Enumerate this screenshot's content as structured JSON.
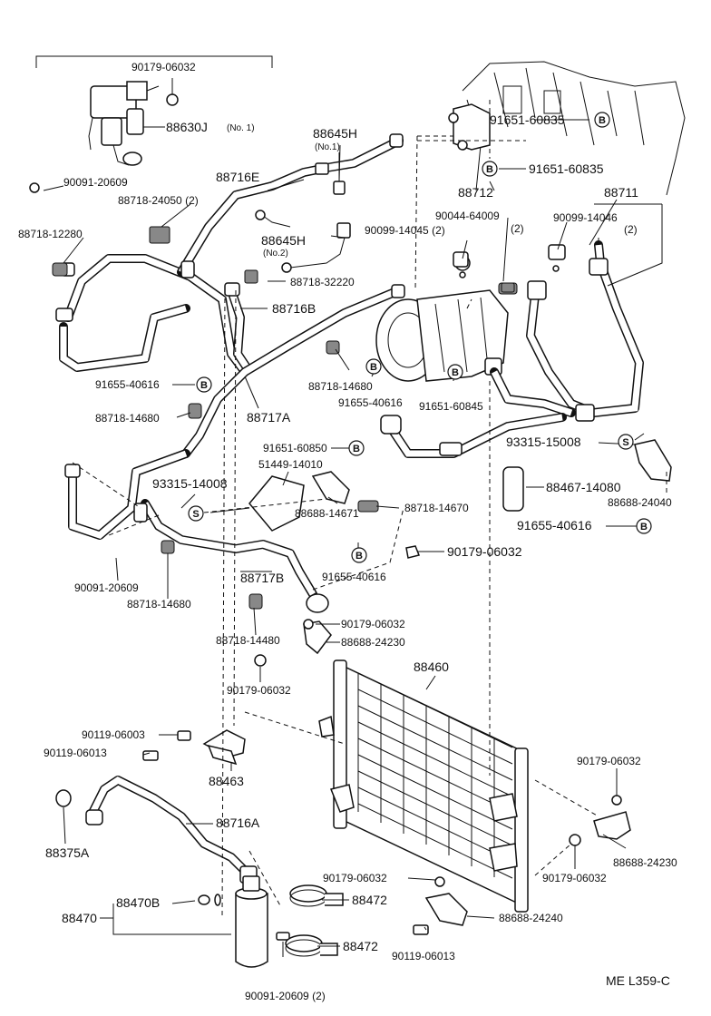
{
  "diagram_code": "ME L359-C",
  "labels": {
    "l01": "90179-06032",
    "l02": "88630J",
    "l03": "(No. 1)",
    "l04": "90091-20609",
    "l05": "88716E",
    "l06": "88718-24050 (2)",
    "l07": "88718-12280",
    "l08": "88645H",
    "l09": "(No.1)",
    "l10": "88645H",
    "l11": "(No.2)",
    "l12": "88718-32220",
    "l13": "88716B",
    "l14": "91651-60835",
    "l15": "91651-60835",
    "l16": "88712",
    "l17": "88711",
    "l18": "90044-64009",
    "l19": "(2)",
    "l20": "90099-14045 (2)",
    "l21": "90099-14046",
    "l22": "(2)",
    "l23": "91655-40616",
    "l24": "88718-14680",
    "l25": "88717A",
    "l26": "88718-14680",
    "l27": "91655-40616",
    "l28": "91651-60845",
    "l29": "91651-60850",
    "l30": "51449-14010",
    "l31": "93315-14008",
    "l32": "93315-15008",
    "l33": "88467-14080",
    "l34": "88688-24040",
    "l35": "88718-14670",
    "l36": "88688-14671",
    "l37": "91655-40616",
    "l38": "90179-06032",
    "l39": "91655-40616",
    "l40": "90091-20609",
    "l41": "88718-14680",
    "l42": "88717B",
    "l43": "88718-14480",
    "l44": "90179-06032",
    "l45": "88688-24230",
    "l46": "88460",
    "l47": "90179-06032",
    "l48": "90119-06003",
    "l49": "90119-06013",
    "l50": "88463",
    "l51": "90179-06032",
    "l52": "88375A",
    "l53": "88716A",
    "l54": "88688-24230",
    "l55": "90179-06032",
    "l56": "90179-06032",
    "l57": "88472",
    "l58": "88470B",
    "l59": "88470",
    "l60": "88688-24240",
    "l61": "88472",
    "l62": "90119-06013",
    "l63": "90091-20609 (2)"
  },
  "markers": {
    "bolt": "B",
    "screw": "S"
  }
}
